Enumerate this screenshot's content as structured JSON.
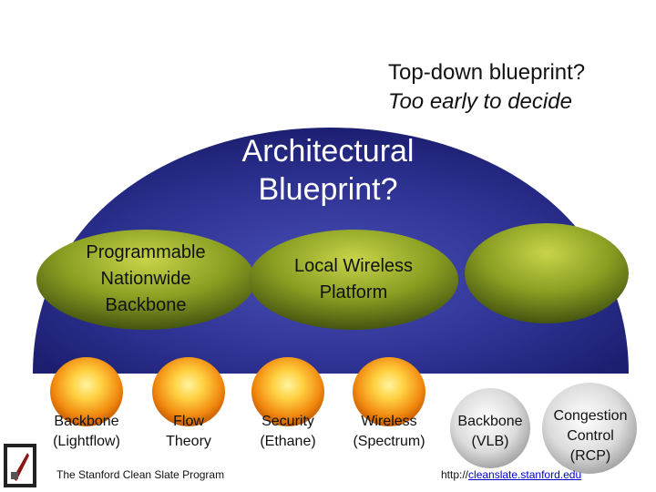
{
  "callout": {
    "line1": "Top-down blueprint?",
    "line2": "Too early to decide"
  },
  "dome": {
    "title_line1": "Architectural",
    "title_line2": "Blueprint?"
  },
  "platforms": [
    {
      "line1": "Programmable",
      "line2": "Nationwide",
      "line3": "Backbone"
    },
    {
      "line1": "Local Wireless",
      "line2": "Platform"
    },
    {
      "line1": ""
    }
  ],
  "projects": [
    {
      "line1": "Backbone",
      "line2": "(Lightflow)"
    },
    {
      "line1": "Flow",
      "line2": "Theory"
    },
    {
      "line1": "Security",
      "line2": "(Ethane)"
    },
    {
      "line1": "Wireless",
      "line2": "(Spectrum)"
    },
    {
      "line1": "Backbone",
      "line2": "(VLB)"
    },
    {
      "line1": "Congestion",
      "line2": "Control",
      "line3": "(RCP)"
    }
  ],
  "footer": {
    "program": "The Stanford Clean Slate Program",
    "url_prefix": "http://",
    "url_link": "cleanslate.stanford.edu"
  },
  "colors": {
    "dome": "#262a84",
    "platform": "#8fa02a",
    "ball": "#f2a020",
    "ball_gray": "#d8d8d8"
  },
  "icons": {
    "logo": "stanford-seal-icon"
  }
}
